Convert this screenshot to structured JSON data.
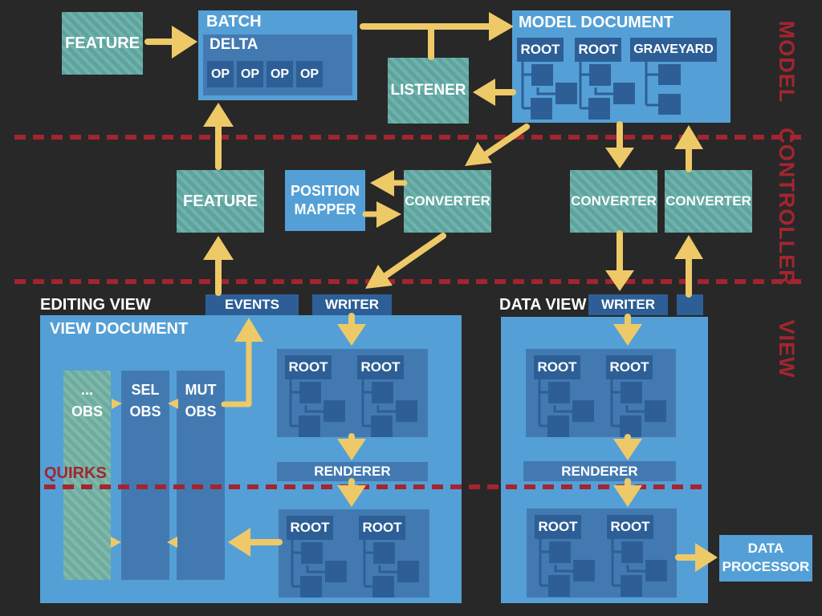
{
  "layers": {
    "model": "MODEL",
    "controller": "CONTROLLER",
    "view": "VIEW"
  },
  "model_layer": {
    "feature": "FEATURE",
    "batch": {
      "title": "BATCH",
      "delta": {
        "title": "DELTA",
        "ops": [
          "OP",
          "OP",
          "OP",
          "OP"
        ]
      }
    },
    "listener": "LISTENER",
    "model_document": {
      "title": "MODEL DOCUMENT",
      "roots": [
        "ROOT",
        "ROOT",
        "GRAVEYARD"
      ]
    }
  },
  "controller_layer": {
    "feature": "FEATURE",
    "position_mapper": "POSITION MAPPER",
    "converters": [
      "CONVERTER",
      "CONVERTER",
      "CONVERTER"
    ]
  },
  "view_layer": {
    "editing_view": {
      "title": "EDITING VIEW",
      "tabs": [
        "EVENTS",
        "WRITER"
      ],
      "view_document": "VIEW DOCUMENT",
      "observers": [
        [
          "...",
          "OBS"
        ],
        [
          "SEL",
          "OBS"
        ],
        [
          "MUT",
          "OBS"
        ]
      ],
      "quirks": "QUIRKS",
      "renderer": "RENDERER",
      "roots_top": [
        "ROOT",
        "ROOT"
      ],
      "roots_bottom": [
        "ROOT",
        "ROOT"
      ]
    },
    "data_view": {
      "title": "DATA VIEW",
      "tabs": [
        "WRITER"
      ],
      "renderer": "RENDERER",
      "roots_top": [
        "ROOT",
        "ROOT"
      ],
      "roots_bottom": [
        "ROOT",
        "ROOT"
      ]
    },
    "data_processor": "DATA PROCESSOR"
  },
  "colors": {
    "background": "#282828",
    "light_blue": "#54a0d6",
    "medium_blue": "#4379b1",
    "dark_blue": "#2d5f96",
    "teal": "#5da49f",
    "teal_stripe": "#72b2ac",
    "arrow_yellow": "#eec968",
    "accent_red": "#a22530"
  }
}
